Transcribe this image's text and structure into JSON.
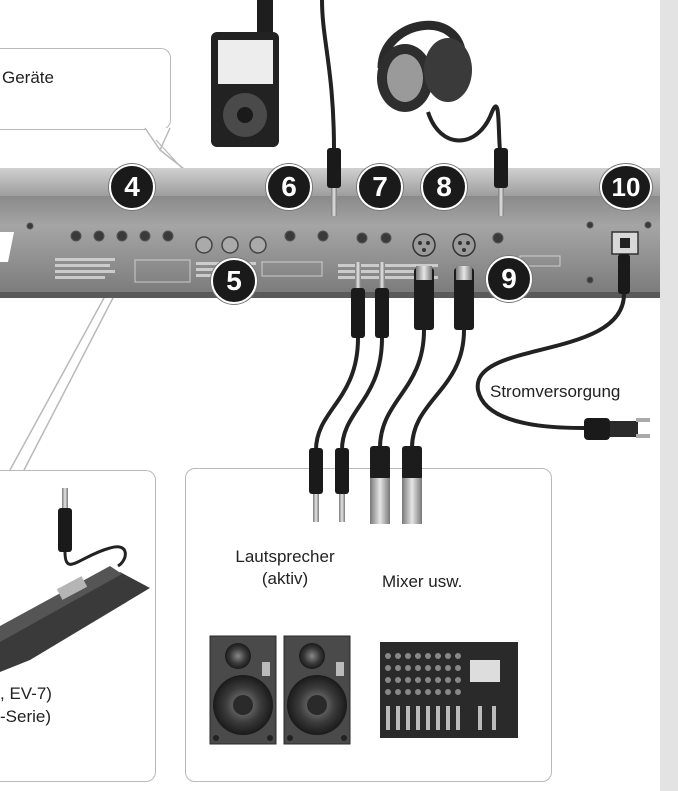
{
  "callouts": {
    "devices_label": "Geräte",
    "power_label": "Stromversorgung",
    "speaker_label_line1": "Lautsprecher",
    "speaker_label_line2": "(aktiv)",
    "mixer_label": "Mixer usw.",
    "pedal_label_line1": ", EV-7)",
    "pedal_label_line2": "-Serie)"
  },
  "panel_numbers": [
    "4",
    "5",
    "6",
    "7",
    "8",
    "9",
    "10"
  ],
  "icons": [
    "media-player-icon",
    "headphones-icon",
    "expression-pedal-icon",
    "speaker-icon",
    "mixer-icon",
    "power-plug-icon"
  ]
}
